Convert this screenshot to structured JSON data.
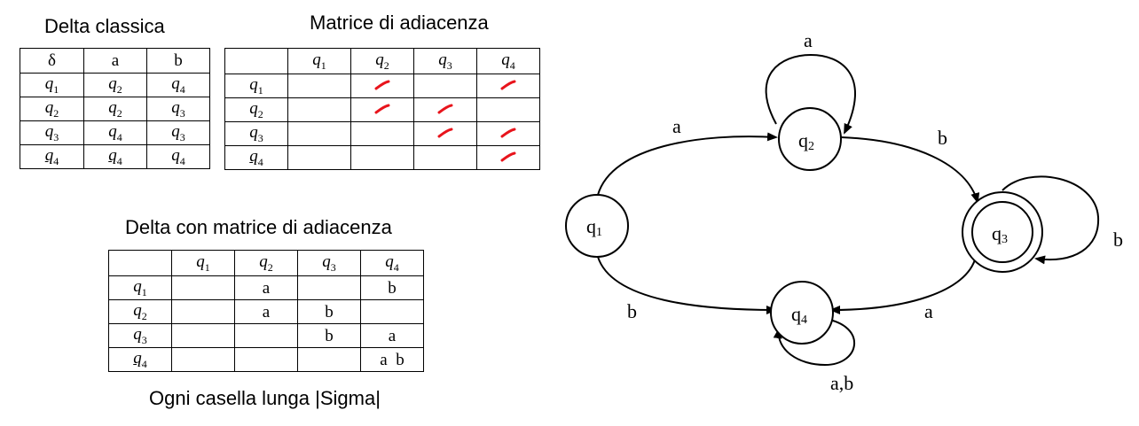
{
  "titles": {
    "classic": "Delta classica",
    "adjacency": "Matrice di adiacenza",
    "delta_adj": "Delta con matrice di adiacenza",
    "note": "Ogni casella lunga |Sigma|"
  },
  "classic_table": {
    "header": [
      "δ",
      "a",
      "b"
    ],
    "rows": [
      [
        "q1",
        "q2",
        "q4"
      ],
      [
        "q2",
        "q2",
        "q3"
      ],
      [
        "q3",
        "q4",
        "q3"
      ],
      [
        "q4",
        "q4",
        "q4"
      ]
    ]
  },
  "adjacency_table": {
    "header": [
      "",
      "q1",
      "q2",
      "q3",
      "q4"
    ],
    "rows": [
      {
        "state": "q1",
        "marks": [
          false,
          true,
          false,
          true
        ]
      },
      {
        "state": "q2",
        "marks": [
          false,
          true,
          true,
          false
        ]
      },
      {
        "state": "q3",
        "marks": [
          false,
          false,
          true,
          true
        ]
      },
      {
        "state": "q4",
        "marks": [
          false,
          false,
          false,
          true
        ]
      }
    ],
    "mark_color": "#e8141c"
  },
  "delta_adj_table": {
    "header": [
      "",
      "q1",
      "q2",
      "q3",
      "q4"
    ],
    "rows": [
      [
        "q1",
        "",
        "a",
        "",
        "b"
      ],
      [
        "q2",
        "",
        "a",
        "b",
        ""
      ],
      [
        "q3",
        "",
        "",
        "b",
        "a"
      ],
      [
        "q4",
        "",
        "",
        "",
        "a  b"
      ]
    ]
  },
  "automaton": {
    "states": [
      {
        "id": "q1",
        "label": "q1",
        "accepting": false
      },
      {
        "id": "q2",
        "label": "q2",
        "accepting": false
      },
      {
        "id": "q3",
        "label": "q3",
        "accepting": true
      },
      {
        "id": "q4",
        "label": "q4",
        "accepting": false
      }
    ],
    "transitions": [
      {
        "from": "q1",
        "to": "q2",
        "label": "a"
      },
      {
        "from": "q1",
        "to": "q4",
        "label": "b"
      },
      {
        "from": "q2",
        "to": "q2",
        "label": "a"
      },
      {
        "from": "q2",
        "to": "q3",
        "label": "b"
      },
      {
        "from": "q3",
        "to": "q3",
        "label": "b"
      },
      {
        "from": "q3",
        "to": "q4",
        "label": "a"
      },
      {
        "from": "q4",
        "to": "q4",
        "label": "a,b"
      }
    ]
  }
}
